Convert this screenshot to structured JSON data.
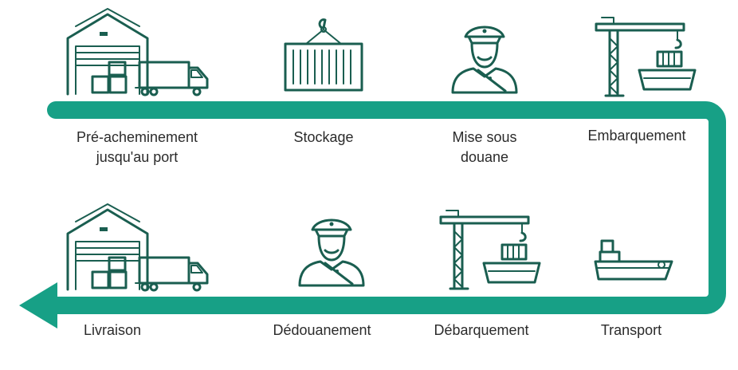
{
  "colors": {
    "track": "#17a086",
    "icon": "#1a5e50",
    "text": "#2b2b2b"
  },
  "steps": [
    {
      "label": "Pré-acheminement jusqu'au port",
      "icon": "warehouse-truck-icon"
    },
    {
      "label": "Stockage",
      "icon": "container-icon"
    },
    {
      "label": "Mise sous douane",
      "icon": "customs-officer-icon"
    },
    {
      "label": "Embarquement",
      "icon": "crane-ship-icon"
    },
    {
      "label": "Transport",
      "icon": "cargo-ship-icon"
    },
    {
      "label": "Débarquement",
      "icon": "crane-ship-icon"
    },
    {
      "label": "Dédouanement",
      "icon": "customs-officer-icon"
    },
    {
      "label": "Livraison",
      "icon": "warehouse-truck-icon"
    }
  ]
}
